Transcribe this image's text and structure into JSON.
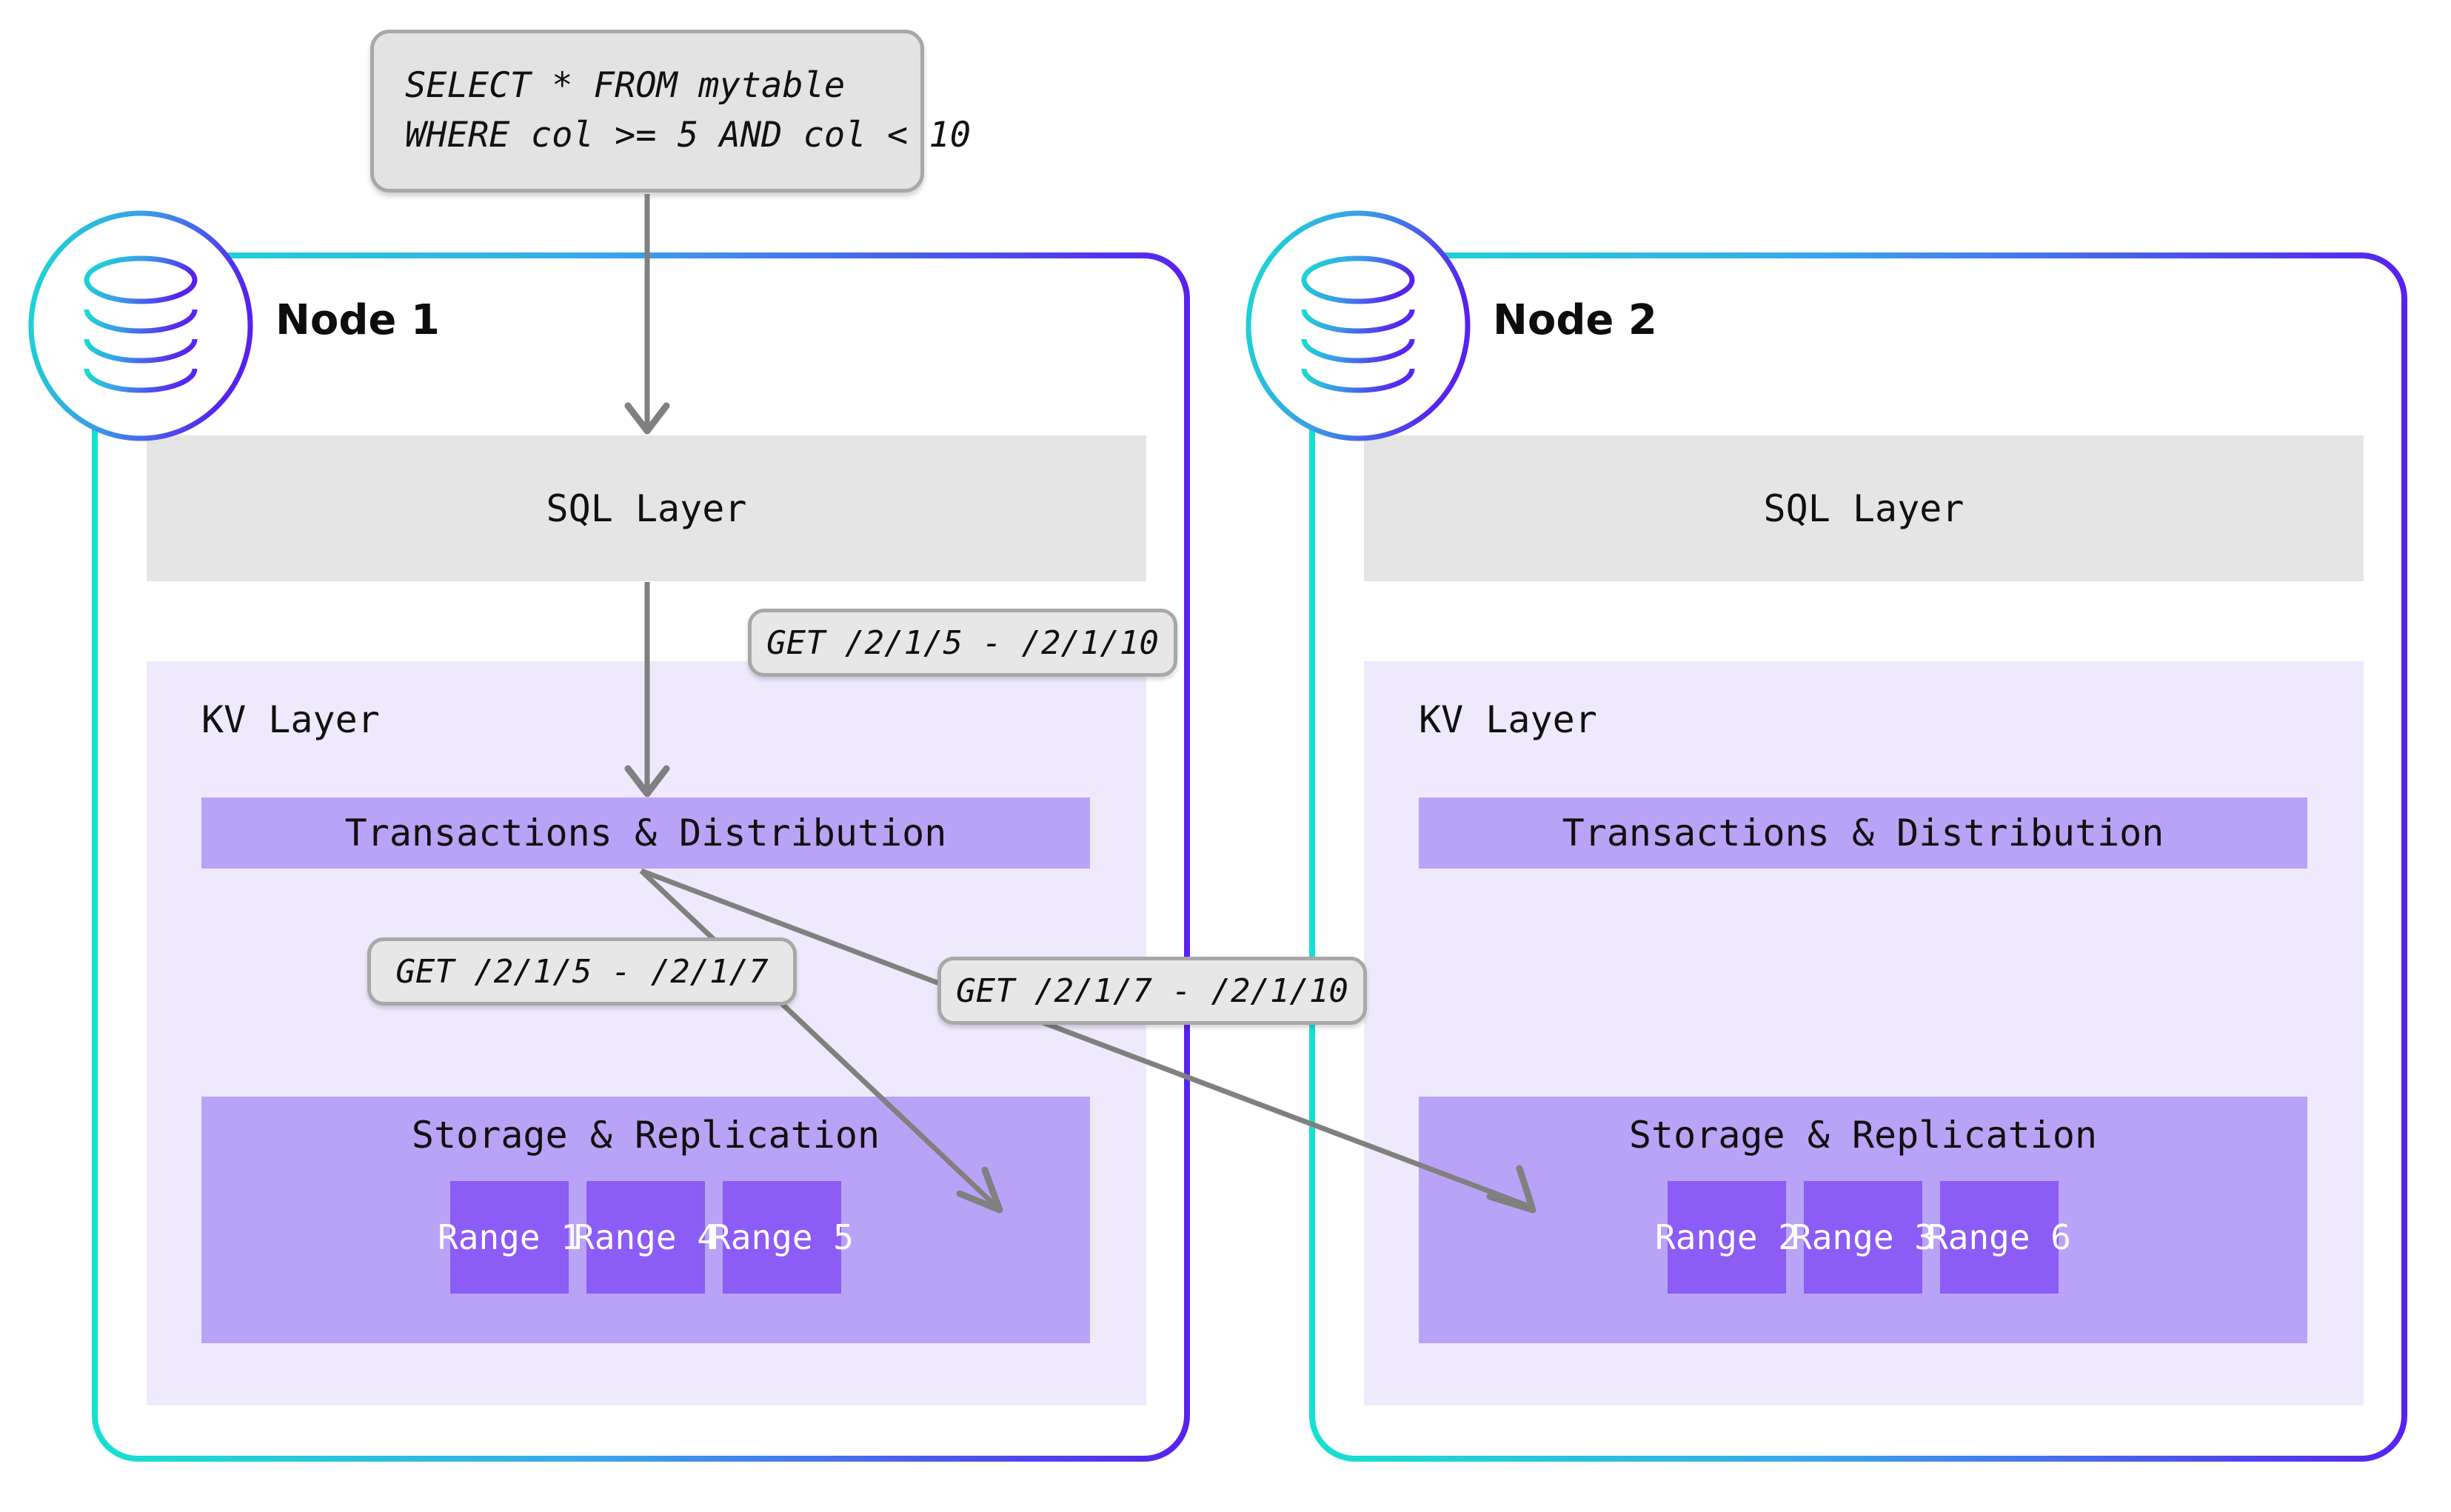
{
  "query_callout": {
    "name": "sql-query",
    "line1": "SELECT * FROM mytable",
    "line2": "WHERE col >= 5 AND col < 10"
  },
  "colors": {
    "gradient_start": "#16e0d0",
    "gradient_end": "#5722ee",
    "sql_layer_bg": "#e5e5e5",
    "kv_layer_bg": "#efe9fd",
    "band_purple": "#b9a3f7",
    "range_purple": "#8b5cf6",
    "callout_bg": "#e7e7e7",
    "callout_border": "#a8a8a8",
    "arrow": "#808080"
  },
  "nodes": [
    {
      "id": "node-1",
      "title": "Node 1",
      "icon": "database-icon",
      "sql_layer_label": "SQL Layer",
      "kv_layer_label": "KV Layer",
      "txn_label": "Transactions & Distribution",
      "storage_label": "Storage & Replication",
      "ranges": [
        "Range 1",
        "Range 4",
        "Range 5"
      ]
    },
    {
      "id": "node-2",
      "title": "Node 2",
      "icon": "database-icon",
      "sql_layer_label": "SQL Layer",
      "kv_layer_label": "KV Layer",
      "txn_label": "Transactions & Distribution",
      "storage_label": "Storage & Replication",
      "ranges": [
        "Range 2",
        "Range 3",
        "Range 6"
      ]
    }
  ],
  "get_callouts": [
    {
      "id": "get-top",
      "text": "GET /2/1/5 - /2/1/10"
    },
    {
      "id": "get-left",
      "text": "GET /2/1/5 - /2/1/7"
    },
    {
      "id": "get-right",
      "text": "GET /2/1/7 - /2/1/10"
    }
  ]
}
